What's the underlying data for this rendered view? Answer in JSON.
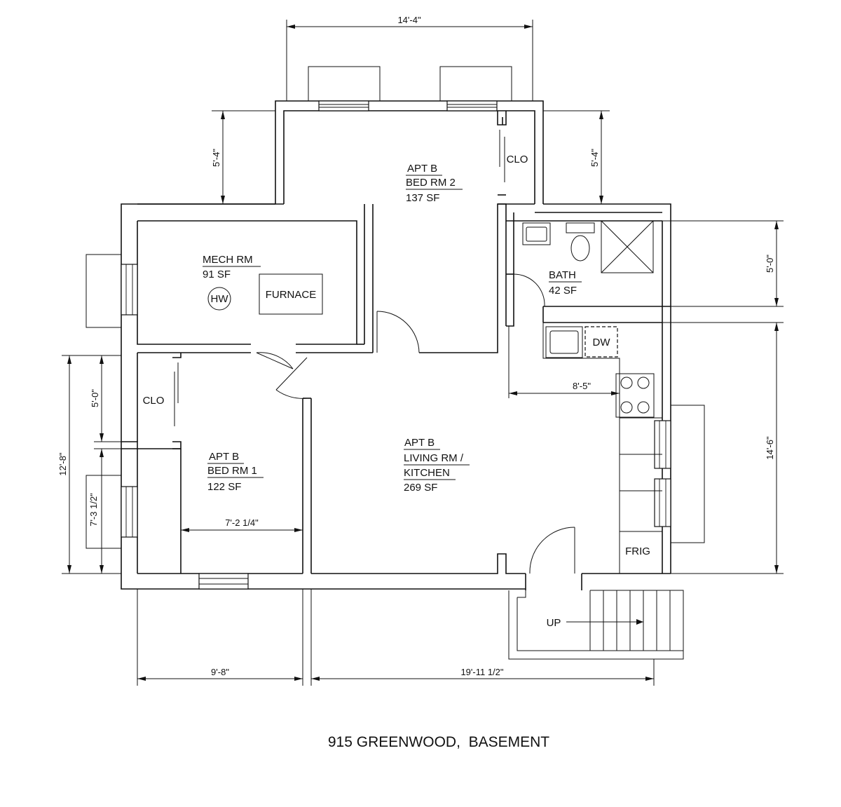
{
  "title": "915 GREENWOOD,  BASEMENT",
  "rooms": {
    "bed2": {
      "line1": "APT B",
      "line2": "BED RM 2",
      "area": "137 SF"
    },
    "mech": {
      "line1": "MECH RM",
      "area": "91 SF"
    },
    "bath": {
      "line1": "BATH",
      "area": "42 SF"
    },
    "bed1": {
      "line1": "APT B",
      "line2": "BED RM 1",
      "area": "122 SF"
    },
    "living": {
      "line1": "APT B",
      "line2": "LIVING RM /",
      "line3": "KITCHEN",
      "area": "269 SF"
    }
  },
  "fixtures": {
    "hw": "HW",
    "furnace": "FURNACE",
    "dw": "DW",
    "frig": "FRIG",
    "clo_top": "CLO",
    "clo_left": "CLO",
    "stair": "UP"
  },
  "dimensions": {
    "top_width": "14'-4\"",
    "left_bump": "5'-4\"",
    "right_bump": "5'-4\"",
    "bath_height": "5'-0\"",
    "kitchen_height": "14'-6\"",
    "overall_left": "12'-8\"",
    "left_upper": "5'-0\"",
    "left_lower": "7'-3 1/2\"",
    "bed1_width": "7'-2 1/4\"",
    "kitchen_width": "8'-5\"",
    "bottom_left": "9'-8\"",
    "bottom_right": "19'-11 1/2\""
  }
}
